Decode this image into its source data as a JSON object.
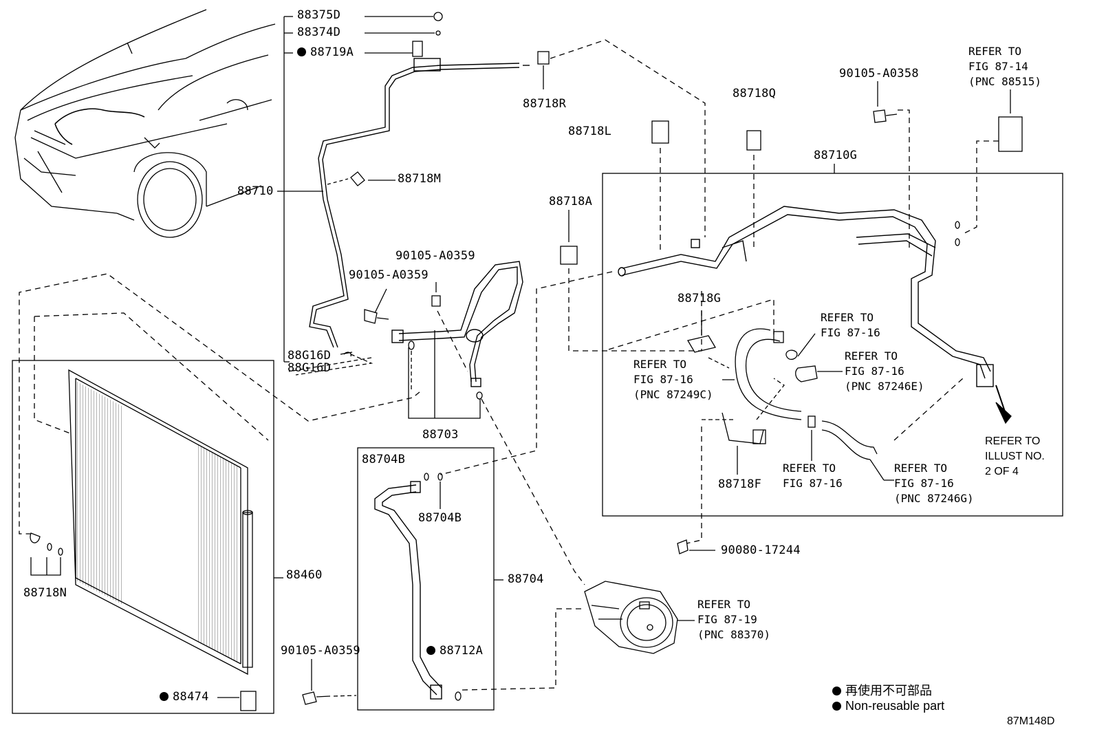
{
  "parts": {
    "p88375D": "88375D",
    "p88374D": "88374D",
    "p88719A": "88719A",
    "p88710": "88710",
    "p88718R": "88718R",
    "p88718Q": "88718Q",
    "p88718L": "88718L",
    "p88710G": "88710G",
    "p88718M": "88718M",
    "p88718A": "88718A",
    "p90105_A0358": "90105-A0358",
    "p90105_A0359_a": "90105-A0359",
    "p90105_A0359_b": "90105-A0359",
    "p90105_A0359_c": "90105-A0359",
    "p88G16D_a": "88G16D",
    "p88G16D_b": "88G16D",
    "p88703": "88703",
    "p88718G": "88718G",
    "p88704B_a": "88704B",
    "p88704B_b": "88704B",
    "p88704": "88704",
    "p88712A": "88712A",
    "p88460": "88460",
    "p88718N": "88718N",
    "p88474": "88474",
    "p88718F": "88718F",
    "p90080_17244": "90080-17244"
  },
  "refs": {
    "r_87_14": "REFER TO\nFIG 87-14\n(PNC 88515)",
    "r_87_16_top": "REFER TO\nFIG 87-16",
    "r_87_16_87246E": "REFER TO\nFIG 87-16\n(PNC 87246E)",
    "r_87_16_87249C": "REFER TO\nFIG 87-16\n(PNC 87249C)",
    "r_87_16_mid": "REFER TO\nFIG 87-16",
    "r_87_16_87246G": "REFER TO\nFIG 87-16\n(PNC 87246G)",
    "r_illust": "REFER TO\nILLUST NO.\n2 OF 4",
    "r_87_19": "REFER TO\nFIG 87-19\n(PNC 88370)"
  },
  "legend": {
    "line1": "再使用不可部品",
    "line2": "Non-reusable part"
  },
  "figure_id": "87M148D"
}
